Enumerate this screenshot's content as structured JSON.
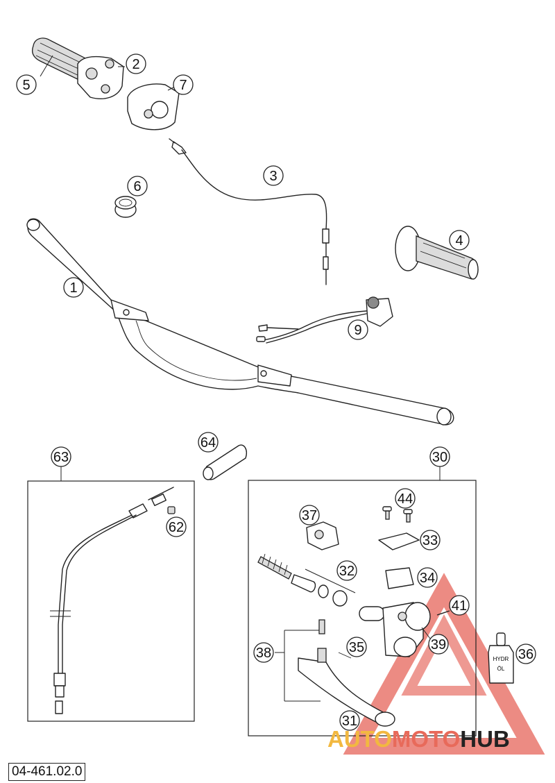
{
  "diagram_code": "04-461.02.0",
  "callouts": [
    "1",
    "2",
    "3",
    "4",
    "5",
    "6",
    "7",
    "9",
    "30",
    "31",
    "32",
    "33",
    "34",
    "35",
    "36",
    "37",
    "38",
    "39",
    "41",
    "44",
    "62",
    "63",
    "64"
  ],
  "oil_bottle_label": [
    "HYDR",
    "ÖL"
  ],
  "watermark": {
    "part1": "AUTO",
    "part2": "MOTO",
    "part3": "HUB",
    "color_part1": "#f2b840",
    "color_part2": "#e86a5a",
    "color_part3": "#222222",
    "triangle_color": "#e4554a"
  }
}
